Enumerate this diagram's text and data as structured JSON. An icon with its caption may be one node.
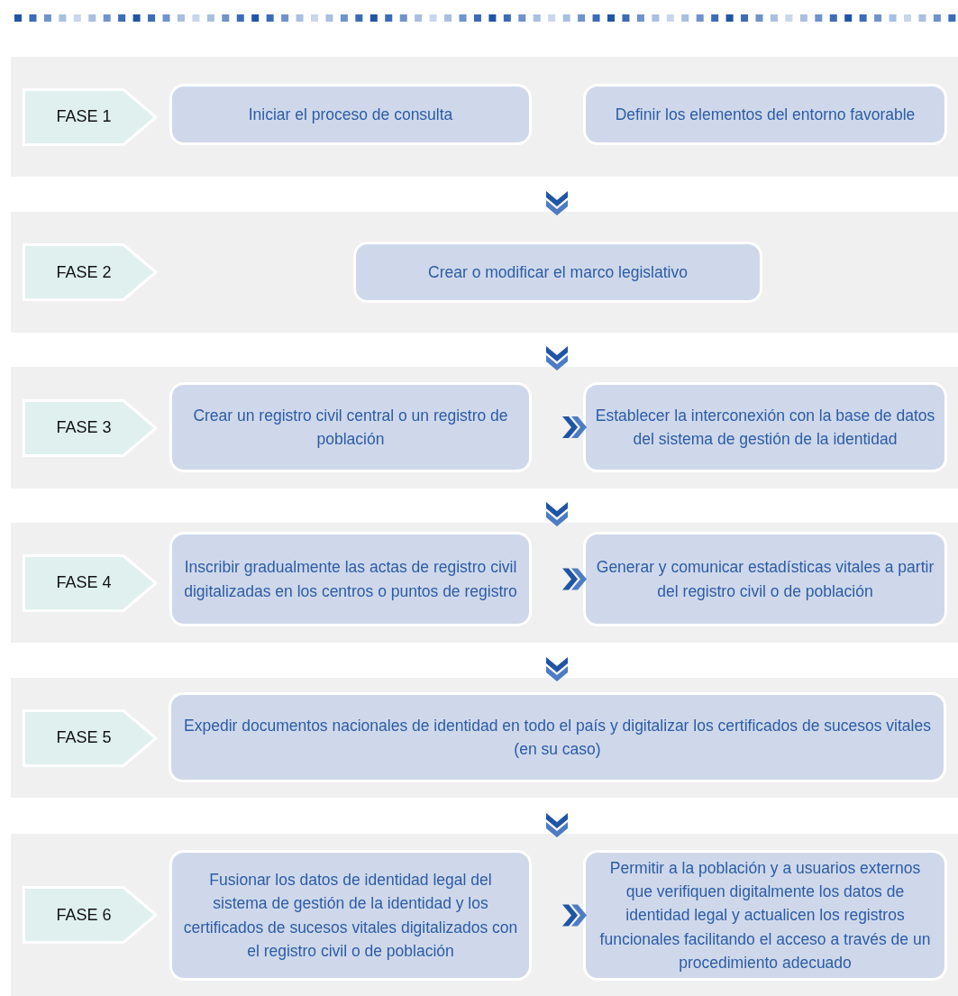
{
  "diagram": {
    "nodes": [
      {
        "text": [],
        "shape": "band"
      },
      {
        "text": [
          "FASE 1"
        ],
        "in": 0
      },
      {
        "text": [
          "Iniciar el proceso de consulta"
        ],
        "in": 0
      },
      {
        "text": [
          "Definir los elementos del entorno favorable"
        ],
        "in": 0
      },
      {
        "text": [],
        "shape": "band"
      },
      {
        "text": [
          "FASE 2"
        ],
        "in": 4
      },
      {
        "text": [
          "Crear o modificar el marco legislativo"
        ],
        "in": 4
      },
      {
        "text": [],
        "shape": "band"
      },
      {
        "text": [
          "FASE 3"
        ],
        "in": 7
      },
      {
        "text": [
          "Crear un registro civil central o un registro de población"
        ],
        "in": 7
      },
      {
        "text": [
          "Establecer la interconexión con la base de datos del sistema de gestión de la identidad"
        ],
        "in": 7
      },
      {
        "text": [],
        "shape": "band"
      },
      {
        "text": [
          "FASE 4"
        ],
        "in": 11
      },
      {
        "text": [
          "Inscribir gradualmente las actas de registro civil digitalizadas en los centros o puntos de registro"
        ],
        "in": 11
      },
      {
        "text": [
          "Generar y comunicar estadísticas vitales a partir del registro civil o de población"
        ],
        "in": 11
      },
      {
        "text": [],
        "shape": "band"
      },
      {
        "text": [
          "FASE 5"
        ],
        "in": 15
      },
      {
        "text": [
          "Expedir documentos nacionales de identidad en todo el país y digitalizar los certificados de sucesos vitales (en su caso)"
        ],
        "in": 15
      },
      {
        "text": [],
        "shape": "band"
      },
      {
        "text": [
          "FASE 6"
        ],
        "in": 18
      },
      {
        "text": [
          "Fusionar los datos de identidad legal del sistema de gestión de la identidad y los certificados de sucesos vitales digitalizados con el registro civil o de población"
        ],
        "in": 18
      },
      {
        "text": [
          "Permitir a la población y a usuarios externos que verifiquen digitalmente los datos de identidad legal y actualicen los registros funcionales facilitando el acceso a través de un procedimiento adecuado"
        ],
        "in": 18
      }
    ],
    "edges": [
      {
        "from": 0,
        "to": 4,
        "arrow": "to"
      },
      {
        "from": 4,
        "to": 7,
        "arrow": "to"
      },
      {
        "from": 7,
        "to": 11,
        "arrow": "to"
      },
      {
        "from": 11,
        "to": 15,
        "arrow": "to"
      },
      {
        "from": 15,
        "to": 18,
        "arrow": "to"
      },
      {
        "from": 9,
        "to": 10,
        "arrow": "to"
      },
      {
        "from": 13,
        "to": 14,
        "arrow": "to"
      },
      {
        "from": 20,
        "to": 21,
        "arrow": "to"
      }
    ]
  }
}
